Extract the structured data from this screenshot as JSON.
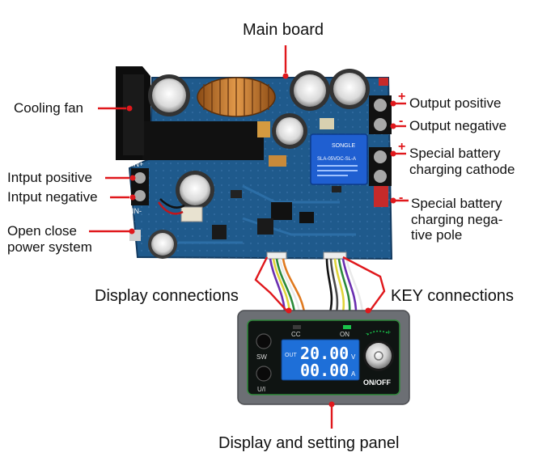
{
  "labels": {
    "main_board": "Main board",
    "cooling_fan": "Cooling fan",
    "input_positive": "Intput positive",
    "input_negative": "Intput negative",
    "open_close": "Open close power system",
    "output_positive": "Output positive",
    "output_negative": "Output negative",
    "special_cathode": "Special battery charging cathode",
    "special_negative": "Special battery charging nega- tive pole",
    "display_connections": "Display connections",
    "key_connections": "KEY connections",
    "display_panel": "Display and setting panel"
  },
  "signs": {
    "plus": "+",
    "minus": "-"
  },
  "board": {
    "in_plus": "IN+",
    "in_minus": "IN-",
    "relay_brand": "SONGLE",
    "relay_model": "SLA-05VDC-SL-A"
  },
  "display": {
    "cc": "CC",
    "on": "ON",
    "sw": "SW",
    "ui": "U/I",
    "out": "OUT",
    "voltage": "20.00",
    "current": "00.00",
    "v_unit": "V",
    "a_unit": "A",
    "onoff": "ON/OFF"
  },
  "colors": {
    "arrow": "#e0181c",
    "pcb": "#1f5a8c",
    "pcb_dark": "#123a60",
    "lcd": "#1e6fd8",
    "panel": "#6c6f74",
    "panel_face": "#0f1412",
    "panel_border": "#2f8a3a"
  }
}
